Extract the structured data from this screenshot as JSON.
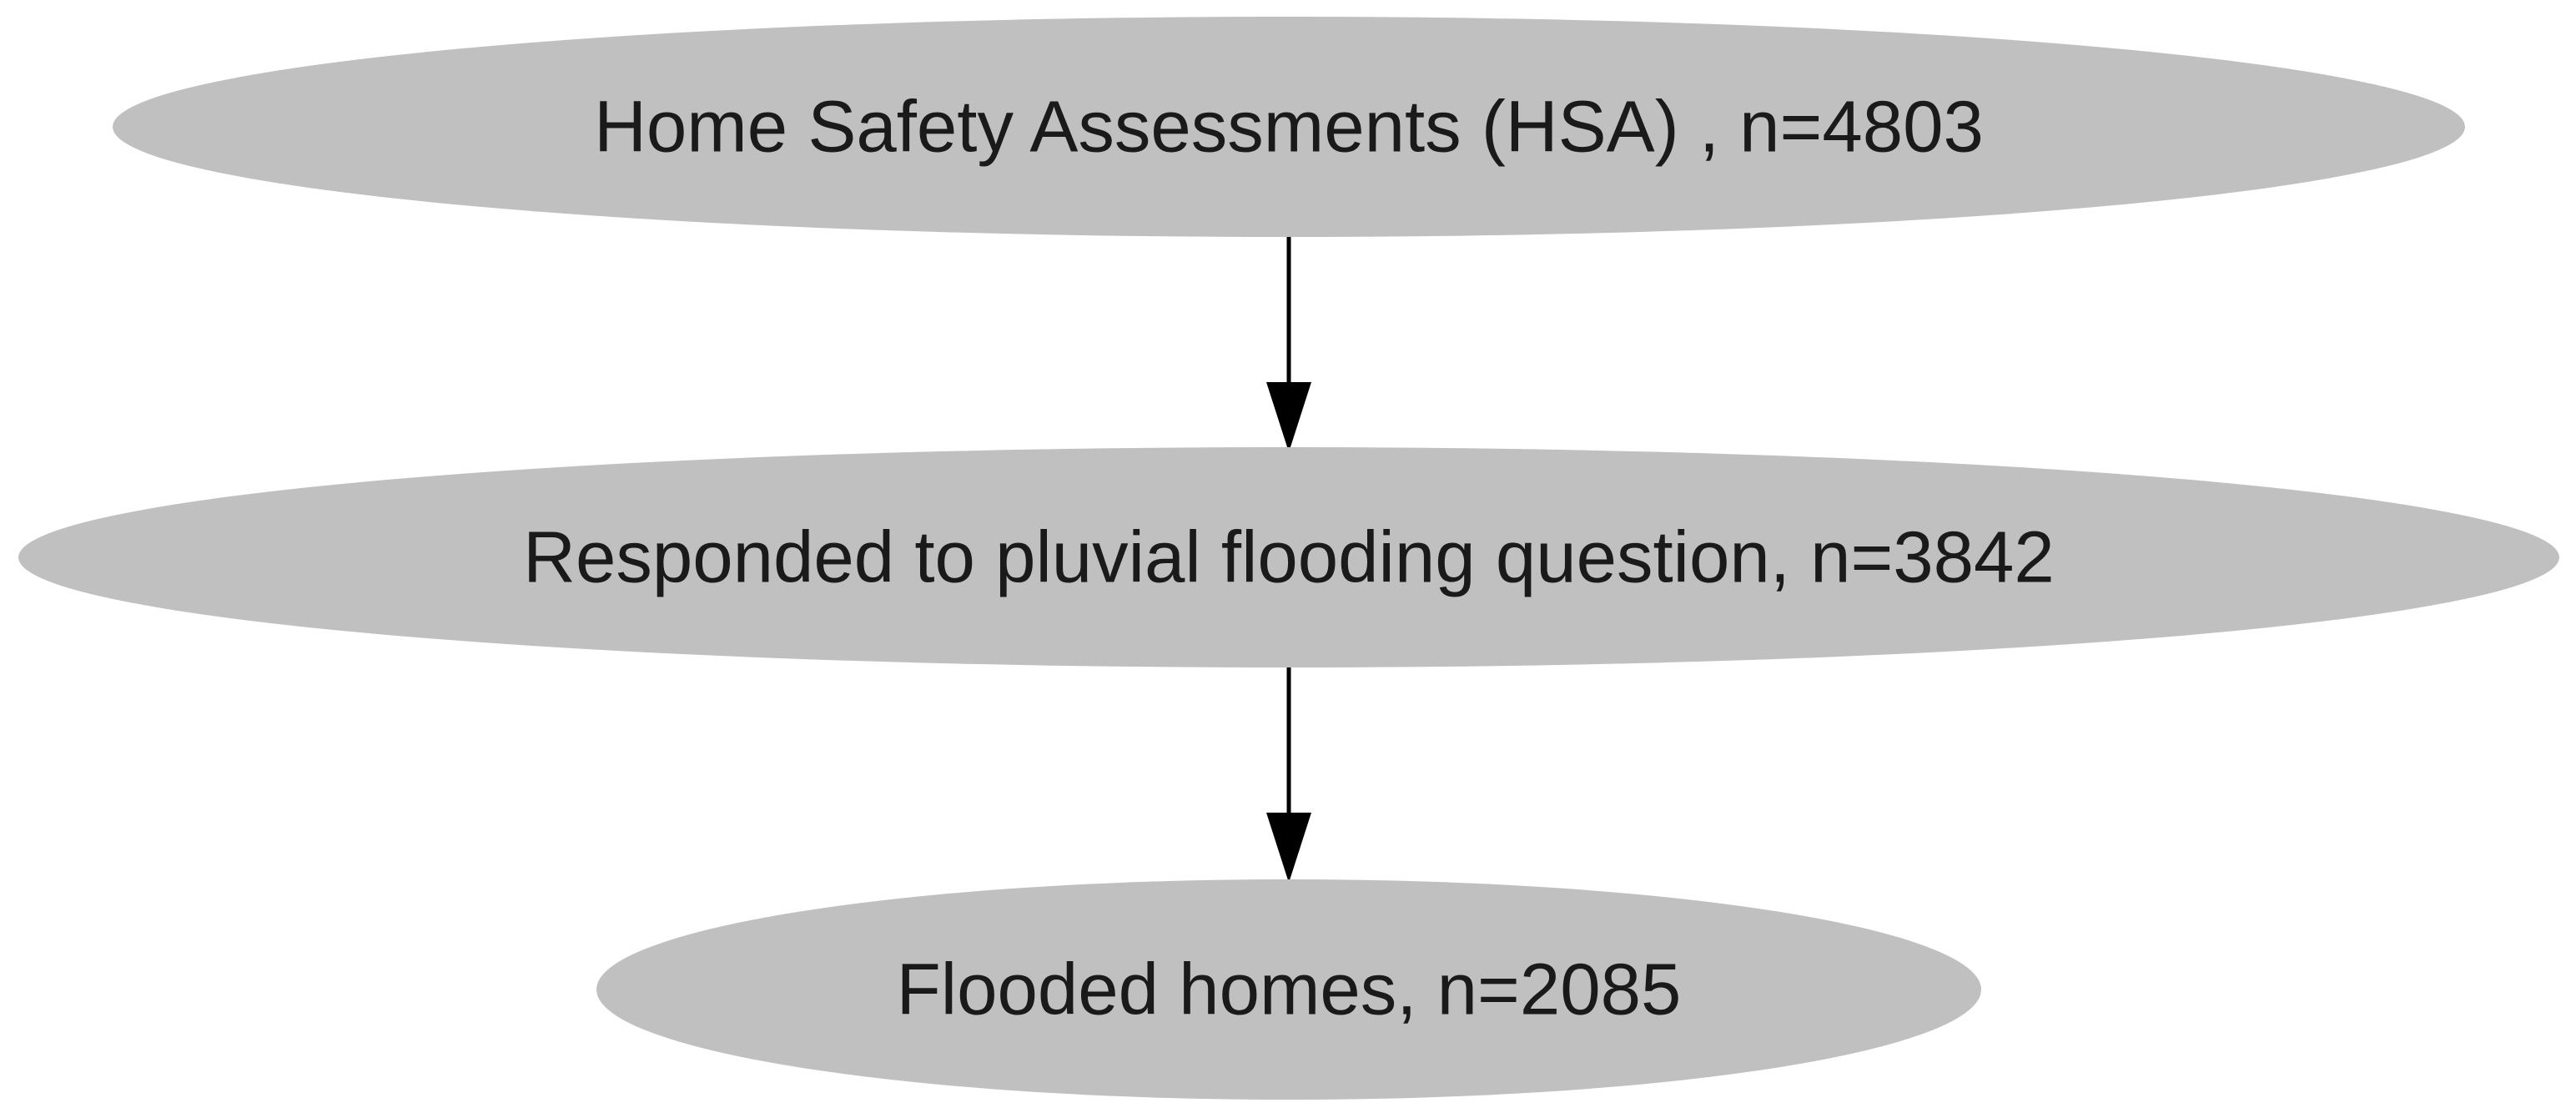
{
  "diagram": {
    "type": "flowchart",
    "colors": {
      "node_fill": "#c0c0c0",
      "edge": "#000000",
      "text": "#1a1a1a",
      "background": "#ffffff"
    },
    "nodes": [
      {
        "id": "hsa",
        "label": "Home Safety Assessments (HSA) , n=4803"
      },
      {
        "id": "responded",
        "label": "Responded to pluvial flooding question, n=3842"
      },
      {
        "id": "flooded",
        "label": "Flooded homes, n=2085"
      }
    ],
    "edges": [
      {
        "from": "hsa",
        "to": "responded"
      },
      {
        "from": "responded",
        "to": "flooded"
      }
    ]
  }
}
